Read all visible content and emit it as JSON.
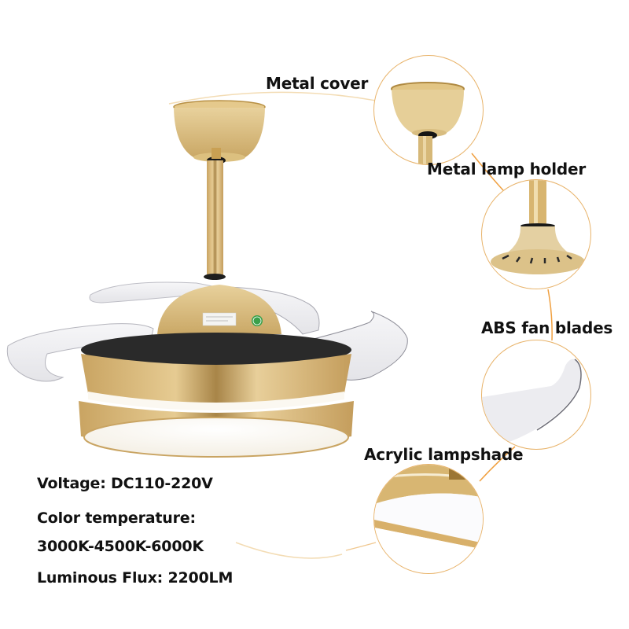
{
  "callouts": [
    {
      "label": "Metal cover",
      "detail": "ceiling-canopy"
    },
    {
      "label": "Metal lamp holder",
      "detail": "motor-housing-neck"
    },
    {
      "label": "ABS fan blades",
      "detail": "retractable-blade"
    },
    {
      "label": "Acrylic lampshade",
      "detail": "led-diffuser-ring"
    }
  ],
  "specs": {
    "voltage": "Voltage: DC110-220V",
    "color_temp_label": "Color temperature:",
    "color_temp_values": "3000K-4500K-6000K",
    "luminous_flux": "Luminous Flux: 2200LM"
  },
  "colors": {
    "gold": "#d9b878",
    "gold_dark": "#b8904a",
    "gold_light": "#efd9a6",
    "accent_line": "#f0a040",
    "trim_black": "#2a2a2a",
    "diffuser": "#fbfaf7",
    "text": "#111111"
  }
}
